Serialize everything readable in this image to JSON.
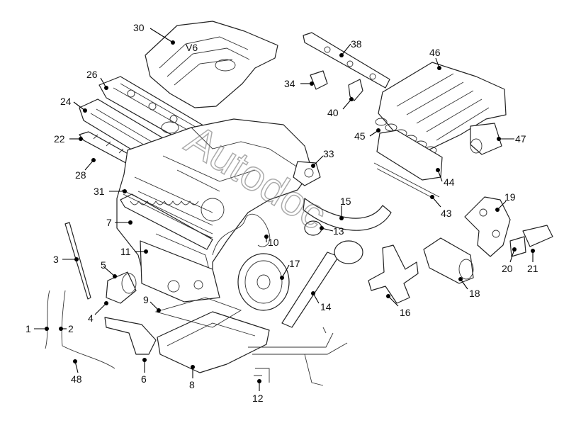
{
  "diagram": {
    "cover_badge": "V6",
    "watermark": "Autodoc",
    "callouts": [
      {
        "id": "30",
        "label": "30"
      },
      {
        "id": "38",
        "label": "38"
      },
      {
        "id": "46",
        "label": "46"
      },
      {
        "id": "26",
        "label": "26"
      },
      {
        "id": "34",
        "label": "34"
      },
      {
        "id": "40",
        "label": "40"
      },
      {
        "id": "24",
        "label": "24"
      },
      {
        "id": "45",
        "label": "45"
      },
      {
        "id": "47",
        "label": "47"
      },
      {
        "id": "22",
        "label": "22"
      },
      {
        "id": "33",
        "label": "33"
      },
      {
        "id": "28",
        "label": "28"
      },
      {
        "id": "44",
        "label": "44"
      },
      {
        "id": "31",
        "label": "31"
      },
      {
        "id": "19",
        "label": "19"
      },
      {
        "id": "15",
        "label": "15"
      },
      {
        "id": "43",
        "label": "43"
      },
      {
        "id": "7",
        "label": "7"
      },
      {
        "id": "13",
        "label": "13"
      },
      {
        "id": "10",
        "label": "10"
      },
      {
        "id": "3",
        "label": "3"
      },
      {
        "id": "11",
        "label": "11"
      },
      {
        "id": "20",
        "label": "20"
      },
      {
        "id": "21",
        "label": "21"
      },
      {
        "id": "5",
        "label": "5"
      },
      {
        "id": "17",
        "label": "17"
      },
      {
        "id": "18",
        "label": "18"
      },
      {
        "id": "9",
        "label": "9"
      },
      {
        "id": "14",
        "label": "14"
      },
      {
        "id": "4",
        "label": "4"
      },
      {
        "id": "16",
        "label": "16"
      },
      {
        "id": "1",
        "label": "1"
      },
      {
        "id": "2",
        "label": "2"
      },
      {
        "id": "48",
        "label": "48"
      },
      {
        "id": "6",
        "label": "6"
      },
      {
        "id": "8",
        "label": "8"
      },
      {
        "id": "12",
        "label": "12"
      }
    ]
  }
}
